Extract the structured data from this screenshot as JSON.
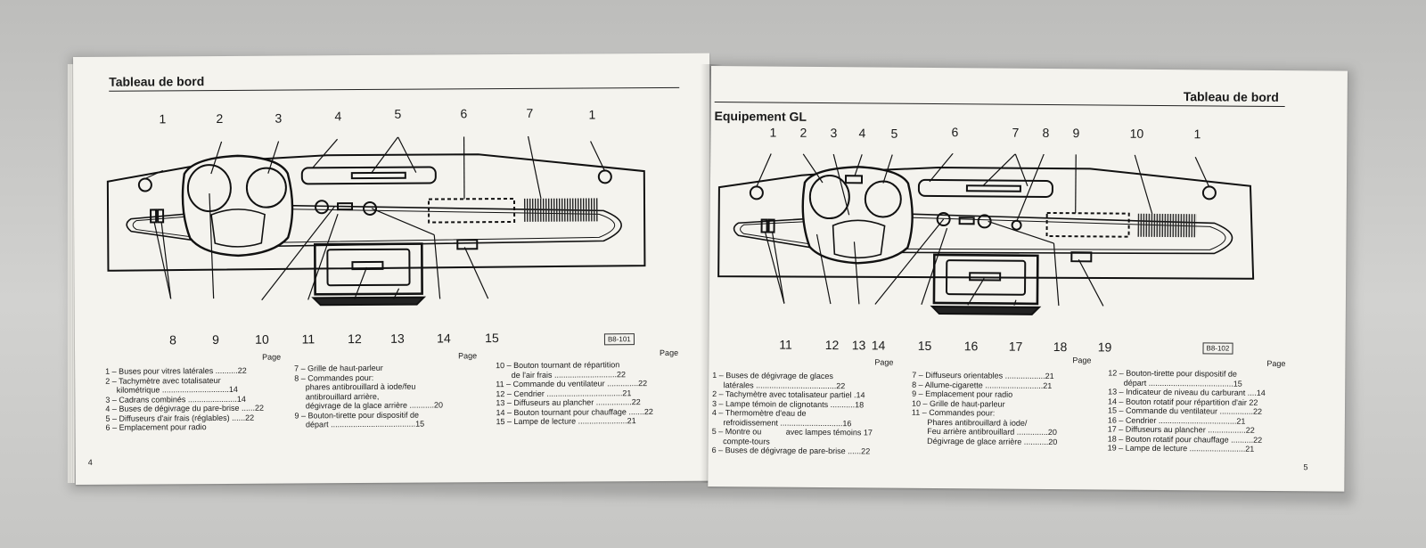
{
  "left_page": {
    "header": "Tableau de bord",
    "callouts_top": [
      "1",
      "2",
      "3",
      "4",
      "5",
      "6",
      "7",
      "1"
    ],
    "callouts_bottom": [
      "8",
      "9",
      "10",
      "11",
      "12",
      "13",
      "14",
      "15"
    ],
    "ref_code": "B8-101",
    "page_labels": [
      "Page",
      "Page",
      "Page"
    ],
    "legend": [
      [
        "1 – Buses pour vitres latérales ..........22",
        "2 – Tachymètre avec totalisateur",
        "     kilométrique ..............................14",
        "3 – Cadrans combinés ......................14",
        "4 – Buses de dégivrage du pare-brise ......22",
        "5 – Diffuseurs d'air frais (réglables) ......22",
        "6 – Emplacement pour radio"
      ],
      [
        "7 – Grille de haut-parleur",
        "8 – Commandes pour:",
        "     phares antibrouillard à iode/feu",
        "     antibrouillard arrière,",
        "     dégivrage de la glace arrière ...........20",
        "9 – Bouton-tirette pour dispositif de",
        "     départ ......................................15"
      ],
      [
        "10 – Bouton tournant de répartition",
        "       de l'air frais ............................22",
        "11 – Commande du ventilateur ..............22",
        "12 – Cendrier ..................................21",
        "13 – Diffuseurs au plancher ................22",
        "14 – Bouton tournant pour chauffage .......22",
        "15 – Lampe de lecture ......................21"
      ]
    ],
    "page_number": "4"
  },
  "right_page": {
    "header": "Tableau de bord",
    "section_title": "Equipement GL",
    "callouts_top": [
      "1",
      "2",
      "3",
      "4",
      "5",
      "6",
      "7",
      "8",
      "9",
      "10",
      "1"
    ],
    "callouts_bottom": [
      "11",
      "12",
      "13",
      "14",
      "15",
      "16",
      "17",
      "18",
      "19"
    ],
    "ref_code": "B8-102",
    "page_labels": [
      "Page",
      "Page",
      "Page"
    ],
    "legend": [
      [
        "1 – Buses de dégivrage de glaces",
        "     latérales ....................................22",
        "2 – Tachymètre avec totalisateur partiel .14",
        "3 – Lampe témoin de clignotants ...........18",
        "4 – Thermomètre d'eau de",
        "     refroidissement ............................16",
        "5 – Montre ou           avec lampes témoins 17",
        "     compte-tours",
        "6 – Buses de dégivrage de pare-brise ......22"
      ],
      [
        "7 – Diffuseurs orientables ..................21",
        "8 – Allume-cigarette ..........................21",
        "9 – Emplacement pour radio",
        "10 – Grille de haut-parleur",
        "11 – Commandes pour:",
        "       Phares antibrouillard à iode/",
        "       Feu arrière antibrouillard ..............20",
        "       Dégivrage de glace arrière ...........20"
      ],
      [
        "12 – Bouton-tirette pour dispositif de",
        "       départ ......................................15",
        "13 – Indicateur de niveau du carburant ....14",
        "14 – Bouton rotatif pour répartition d'air 22",
        "15 – Commande du ventilateur ...............22",
        "16 – Cendrier ...................................21",
        "17 – Diffuseurs au plancher .................22",
        "18 – Bouton rotatif pour chauffage ..........22",
        "19 – Lampe de lecture .........................21"
      ]
    ],
    "page_number": "5"
  }
}
